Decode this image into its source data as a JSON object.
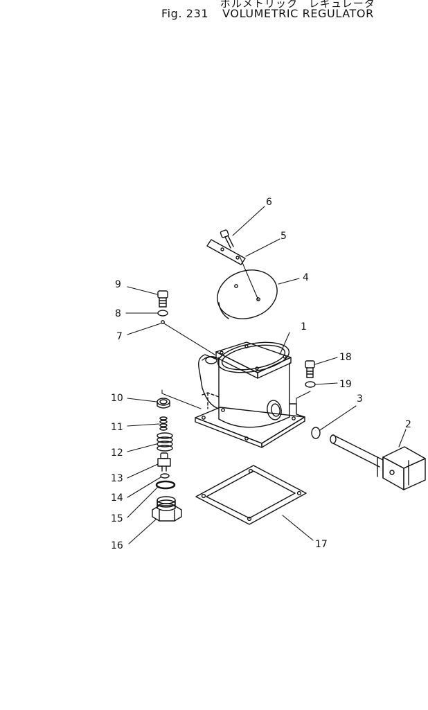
{
  "title": {
    "japanese": "ボルメトリック　レギュレータ",
    "figure_number": "Fig. 231",
    "name": "VOLUMETRIC REGULATOR"
  },
  "callouts": [
    "1",
    "2",
    "3",
    "4",
    "5",
    "6",
    "7",
    "8",
    "9",
    "10",
    "11",
    "12",
    "13",
    "14",
    "15",
    "16",
    "17",
    "18",
    "19"
  ]
}
